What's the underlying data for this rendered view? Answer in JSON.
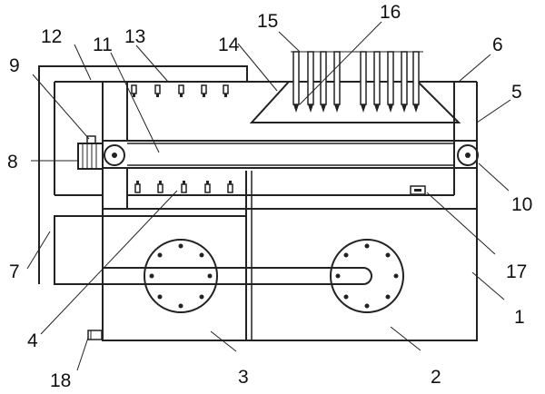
{
  "labels": {
    "l1": "1",
    "l2": "2",
    "l3": "3",
    "l4": "4",
    "l5": "5",
    "l6": "6",
    "l7": "7",
    "l8": "8",
    "l9": "9",
    "l10": "10",
    "l11": "11",
    "l12": "12",
    "l13": "13",
    "l14": "14",
    "l15": "15",
    "l16": "16",
    "l17": "17",
    "l18": "18"
  },
  "colors": {
    "line": "#222222",
    "background": "#ffffff"
  }
}
